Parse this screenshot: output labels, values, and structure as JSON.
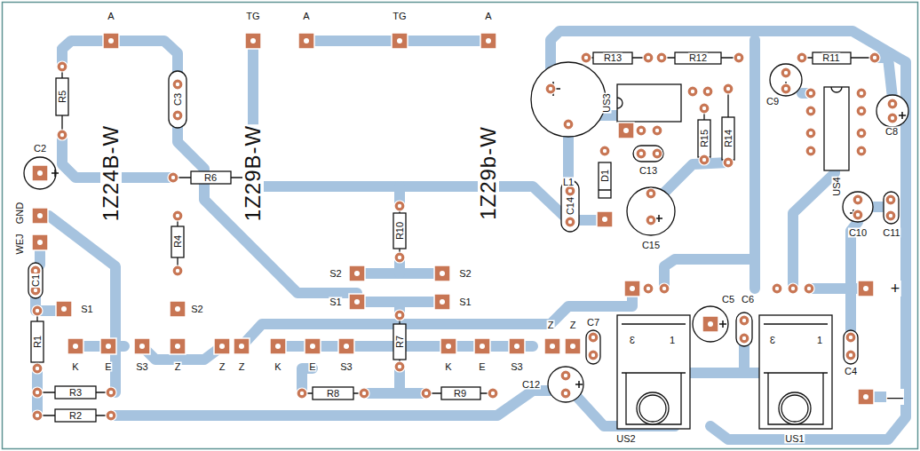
{
  "diagram": {
    "labels": [
      "A",
      "TG",
      "A",
      "TG",
      "A",
      "1Z24B-W",
      "1Z29B-W",
      "1Z29b-W",
      "R5",
      "C3",
      "C2",
      "GND",
      "WEJ",
      "C1",
      "S1",
      "R1",
      "S2",
      "R6",
      "R4",
      "R10",
      "S2",
      "S2",
      "S1",
      "S1",
      "R7",
      "K",
      "E",
      "S3",
      "Z",
      "Z",
      "Z",
      "K",
      "E",
      "S3",
      "K",
      "E",
      "S3",
      "Z",
      "Z",
      "R3",
      "R2",
      "R8",
      "R9",
      "C12",
      "C7",
      "C5",
      "C6",
      "C4",
      "+",
      "—",
      "US2",
      "US1",
      "3",
      "1",
      "3",
      "1",
      "R13",
      "R12",
      "R11",
      "US3",
      "L1",
      "D1",
      "C13",
      "R15",
      "R14",
      "C14",
      "C15",
      "C9",
      "C8",
      "US4",
      "C10",
      "C11"
    ]
  }
}
